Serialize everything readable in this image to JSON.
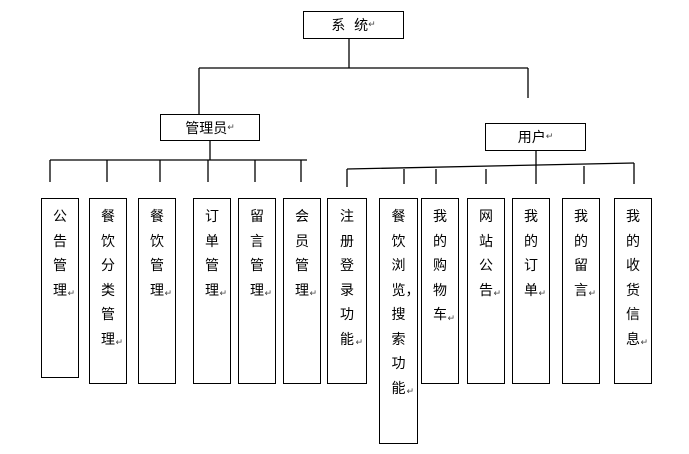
{
  "root": {
    "label": "系  统",
    "mark": "↵"
  },
  "branches": [
    {
      "key": "admin",
      "label": "管理员",
      "mark": "↵",
      "children": [
        {
          "label": "公告管理",
          "mark": "↵"
        },
        {
          "label": "餐饮分类管理",
          "mark": "↵"
        },
        {
          "label": "餐饮管理",
          "mark": "↵"
        },
        {
          "label": "订单管理",
          "mark": "↵"
        },
        {
          "label": "留言管理",
          "mark": "↵"
        },
        {
          "label": "会员管理",
          "mark": "↵"
        }
      ]
    },
    {
      "key": "user",
      "label": "用户",
      "mark": "↵",
      "children": [
        {
          "label": "注册登录功能",
          "mark": "↵"
        },
        {
          "label": "餐饮浏览，搜索功能",
          "mark": "↵"
        },
        {
          "label": "我的购物车",
          "mark": "↵"
        },
        {
          "label": "网站公告",
          "mark": "↵"
        },
        {
          "label": "我的订单",
          "mark": "↵"
        },
        {
          "label": "我的留言",
          "mark": "↵"
        },
        {
          "label": "我的收货信息",
          "mark": "↵"
        }
      ]
    }
  ]
}
